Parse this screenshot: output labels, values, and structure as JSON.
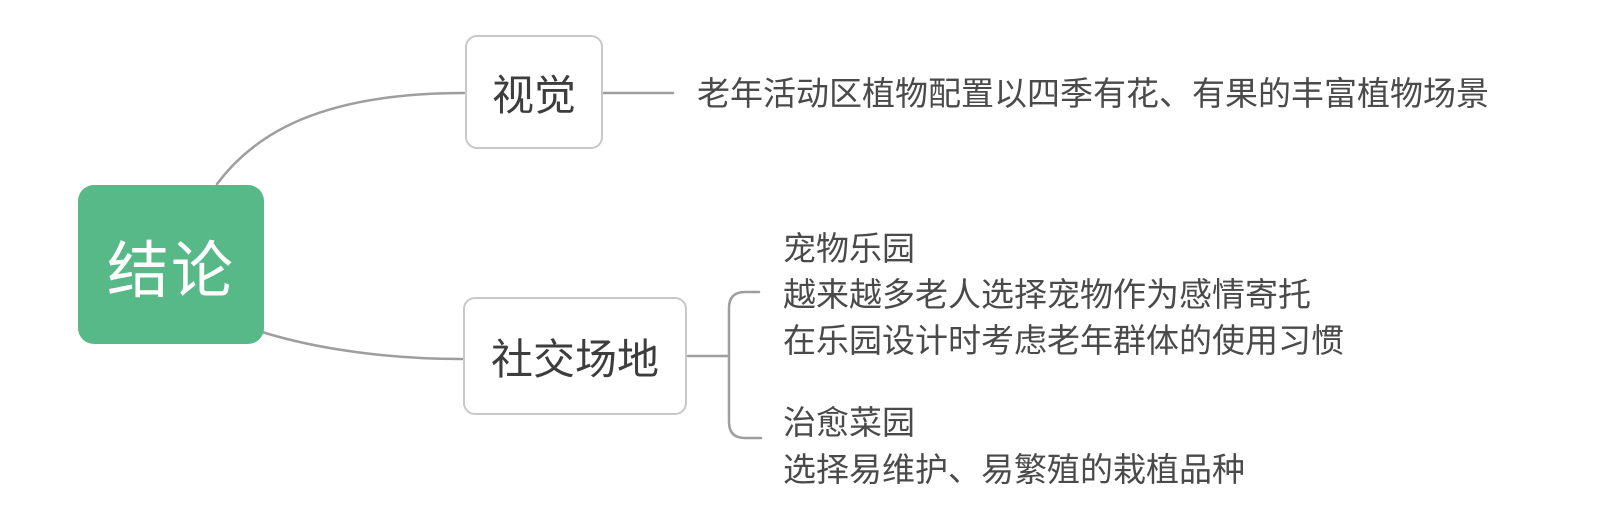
{
  "mindmap": {
    "root": {
      "label": "结论"
    },
    "branches": [
      {
        "label": "视觉",
        "topics": [
          {
            "lines": [
              "老年活动区植物配置以四季有花、有果的丰富植物场景"
            ]
          }
        ]
      },
      {
        "label": "社交场地",
        "topics": [
          {
            "lines": [
              "宠物乐园",
              "越来越多老人选择宠物作为感情寄托",
              "在乐园设计时考虑老年群体的使用习惯"
            ]
          },
          {
            "lines": [
              "治愈菜园",
              "选择易维护、易繁殖的栽植品种"
            ]
          }
        ]
      }
    ]
  },
  "colors": {
    "background": "#ffffff",
    "root_background": "#57b987",
    "root_text": "#ffffff",
    "branch_node_border": "#c8c8c8",
    "branch_node_text": "#3d3d3d",
    "topic_text": "#4a4a4a",
    "connector_line": "#9e9e9e"
  }
}
